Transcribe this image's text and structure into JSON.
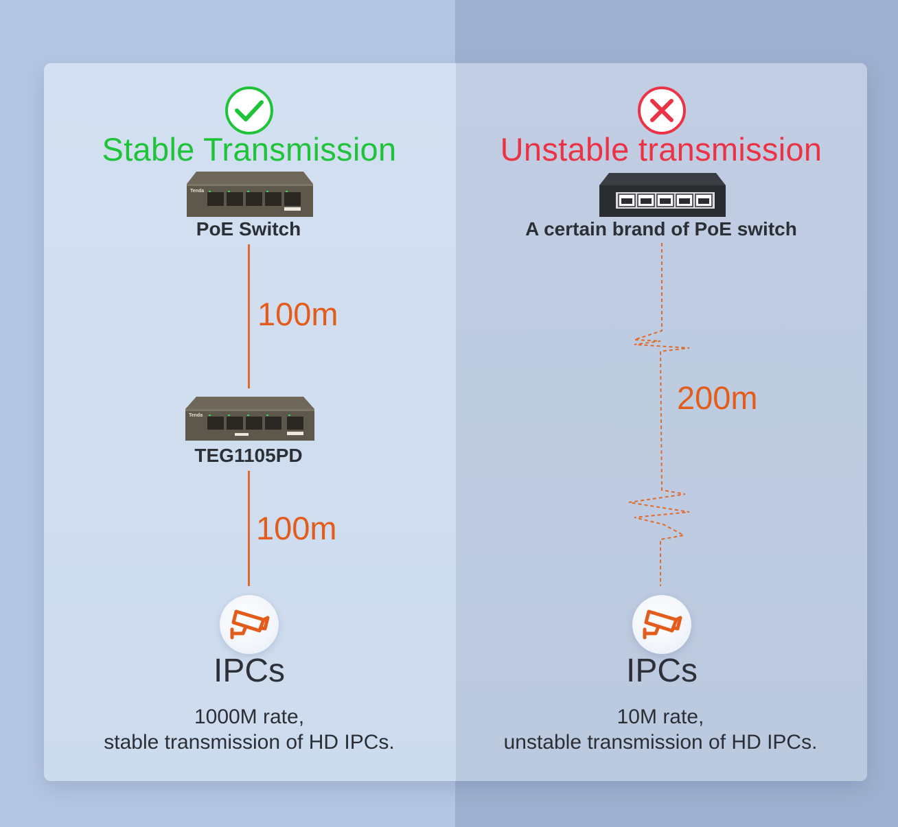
{
  "left": {
    "title": "Stable Transmission",
    "status_icon": "check-circle-icon",
    "switch_label": "PoE Switch",
    "switch_brand": "Tenda",
    "distance_1": "100m",
    "extender_label": "TEG1105PD",
    "distance_2": "100m",
    "ipc_icon": "security-camera-icon",
    "ipc_title": "IPCs",
    "desc_line_1": "1000M rate,",
    "desc_line_2": "stable transmission of HD IPCs."
  },
  "right": {
    "title": "Unstable transmission",
    "status_icon": "x-circle-icon",
    "switch_label": "A certain brand of PoE switch",
    "distance": "200m",
    "ipc_icon": "security-camera-icon",
    "ipc_title": "IPCs",
    "desc_line_1": "10M rate,",
    "desc_line_2": "unstable transmission of HD IPCs."
  },
  "colors": {
    "good": "#1fc33a",
    "bad": "#ec3346",
    "accent_orange": "#e35c1c"
  }
}
